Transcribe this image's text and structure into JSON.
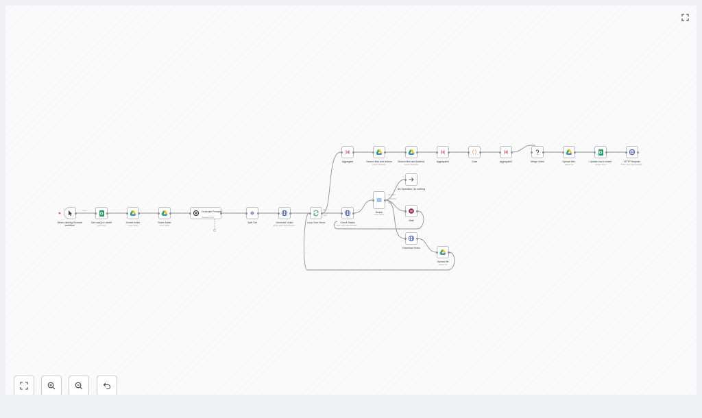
{
  "canvas": {
    "controls": [
      {
        "name": "fit-view-button",
        "icon": "fit-view-icon"
      },
      {
        "name": "zoom-in-button",
        "icon": "zoom-in-icon"
      },
      {
        "name": "zoom-out-button",
        "icon": "zoom-out-icon"
      },
      {
        "name": "reset-zoom-button",
        "icon": "undo-icon"
      }
    ],
    "fullscreen_icon": "fullscreen-icon"
  },
  "nodes": {
    "manual_trigger": {
      "label": "When clicking 'Execute workflow'",
      "icon": "cursor-icon"
    },
    "get_rows": {
      "label": "Get row(s) in sheet",
      "sub": "read: sheet",
      "icon": "google-sheets-icon"
    },
    "create_folder": {
      "label": "Create folder",
      "sub": "create: folder",
      "icon": "google-drive-icon"
    },
    "share_folder": {
      "label": "Share folder",
      "sub": "share: folder",
      "icon": "google-drive-icon"
    },
    "generate_prompts": {
      "label": "Generate Prompts",
      "sub": "Message Model",
      "icon": "openai-icon"
    },
    "split_out": {
      "label": "Split Out",
      "icon": "split-icon"
    },
    "generate_video": {
      "label": "Generate Video",
      "sub": "POST: https://api.example/...",
      "icon": "globe-icon"
    },
    "loop_over_items": {
      "label": "Loop Over Items",
      "icon": "loop-icon"
    },
    "check_status": {
      "label": "Check Status",
      "sub": "GET: https://api.example/...",
      "icon": "globe-icon"
    },
    "switch": {
      "label": "Switch",
      "sub": "mode: Rules",
      "icon": "switch-icon"
    },
    "no_op": {
      "label": "No Operation, do nothing",
      "icon": "arrow-right-icon"
    },
    "wait": {
      "label": "Wait",
      "icon": "wait-icon"
    },
    "download_video": {
      "label": "Download Video",
      "icon": "globe-icon"
    },
    "upload_file_1": {
      "label": "Upload file",
      "sub": "upload: file",
      "icon": "google-drive-icon"
    },
    "aggregate_1": {
      "label": "Aggregate",
      "icon": "aggregate-icon"
    },
    "search_files_1": {
      "label": "Search files and folders",
      "sub": "search: fileFolder",
      "icon": "google-drive-icon"
    },
    "search_files_2": {
      "label": "Search files and folders1",
      "sub": "search: fileFolder",
      "icon": "google-drive-icon"
    },
    "aggregate_2": {
      "label": "Aggregate1",
      "icon": "aggregate-icon"
    },
    "code": {
      "label": "Code",
      "icon": "code-icon"
    },
    "aggregate_3": {
      "label": "Aggregate2",
      "icon": "aggregate-icon"
    },
    "merge_video": {
      "label": "Merge Video",
      "icon": "question-icon"
    },
    "upload_file_2": {
      "label": "Upload file1",
      "sub": "upload: file",
      "icon": "google-drive-icon"
    },
    "update_row": {
      "label": "Update row in sheet",
      "sub": "update: sheet",
      "icon": "google-sheets-icon"
    },
    "http_request": {
      "label": "HTTP Request",
      "sub": "POST: https://api.example/...",
      "icon": "globe-icon"
    }
  },
  "edge_labels": {
    "trigger_out": "1 item",
    "loop_done": "done",
    "loop_loop": "loop",
    "switch_out_1": "completed",
    "switch_out_2": "processing",
    "switch_out_3": "failed"
  },
  "colors": {
    "edge": "#8d9098",
    "node_border": "#b9bcc4",
    "drive_green": "#1fa463",
    "drive_yellow": "#ffc107",
    "drive_blue": "#4285f4",
    "sheets_green": "#1fa463",
    "http_blue": "#3f51b5",
    "aggregate_red": "#e0566b",
    "split_purple": "#a36bd6",
    "loop_green": "#2ea36a",
    "code_orange": "#f39c3a",
    "wait_red": "#8b1e3f"
  }
}
